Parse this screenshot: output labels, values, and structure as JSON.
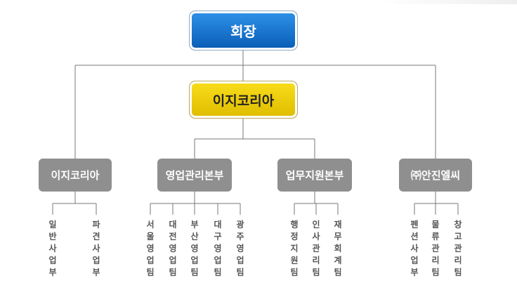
{
  "chairman": "회장",
  "company": "이지코리아",
  "divisions": [
    {
      "label": "이지코리아",
      "teams": [
        "일반사업부",
        "파견사업부"
      ]
    },
    {
      "label": "영업관리본부",
      "teams": [
        "서울영업팀",
        "대전영업팀",
        "부산영업팀",
        "대구영업팀",
        "광주영업팀"
      ]
    },
    {
      "label": "업무지원본부",
      "teams": [
        "행정지원팀",
        "인사관리팀",
        "재무회계팀"
      ]
    },
    {
      "label": "㈜안진엘씨",
      "teams": [
        "펜션사업부",
        "물류관리팀",
        "창고관리팀"
      ]
    }
  ],
  "teams_flat": {
    "t0": "일\n반\n사\n업\n부",
    "t1": "파\n견\n사\n업\n부",
    "t2": "서\n울\n영\n업\n팀",
    "t3": "대\n전\n영\n업\n팀",
    "t4": "부\n산\n영\n업\n팀",
    "t5": "대\n구\n영\n업\n팀",
    "t6": "광\n주\n영\n업\n팀",
    "t7": "행\n정\n지\n원\n팀",
    "t8": "인\n사\n관\n리\n팀",
    "t9": "재\n무\n회\n계\n팀",
    "t10": "펜\n션\n사\n업\n부",
    "t11": "물\n류\n관\n리\n팀",
    "t12": "창\n고\n관\n리\n팀"
  },
  "colors": {
    "chairman": "#0a6fd0",
    "company": "#f0d00e",
    "division": "#8f8f8f",
    "line": "#777777",
    "team_text": "#555555"
  }
}
